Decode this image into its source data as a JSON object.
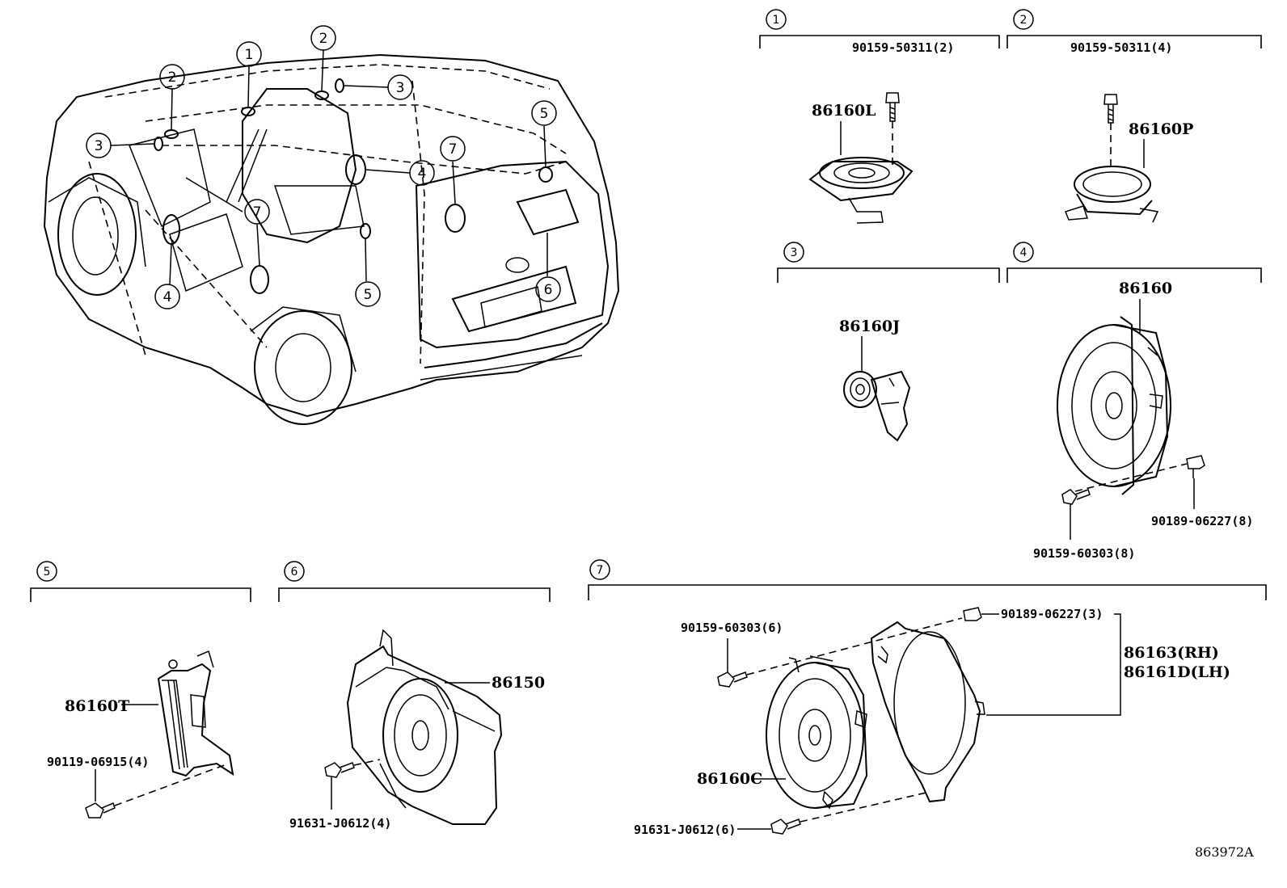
{
  "callouts": [
    "1",
    "2",
    "3",
    "4",
    "5",
    "6",
    "7"
  ],
  "vehicle": {
    "labels": [
      "1",
      "2",
      "2",
      "3",
      "3",
      "4",
      "4",
      "5",
      "5",
      "6",
      "7",
      "7"
    ]
  },
  "sections": {
    "s1": {
      "number": "1",
      "bolt": "90159-50311(2)",
      "part": "86160L"
    },
    "s2": {
      "number": "2",
      "bolt": "90159-50311(4)",
      "part": "86160P"
    },
    "s3": {
      "number": "3",
      "part": "86160J"
    },
    "s4": {
      "number": "4",
      "part": "86160",
      "clip": "90189-06227(8)",
      "screw": "90159-60303(8)"
    },
    "s5": {
      "number": "5",
      "part": "86160T",
      "bolt": "90119-06915(4)"
    },
    "s6": {
      "number": "6",
      "part": "86150",
      "screw": "91631-J0612(4)"
    },
    "s7": {
      "number": "7",
      "screw_top": "90159-60303(6)",
      "clip": "90189-06227(3)",
      "part_rh": "86163(RH)",
      "part_lh": "86161D(LH)",
      "speaker": "86160C",
      "screw_bottom": "91631-J0612(6)"
    }
  },
  "illustration_id": "863972A"
}
